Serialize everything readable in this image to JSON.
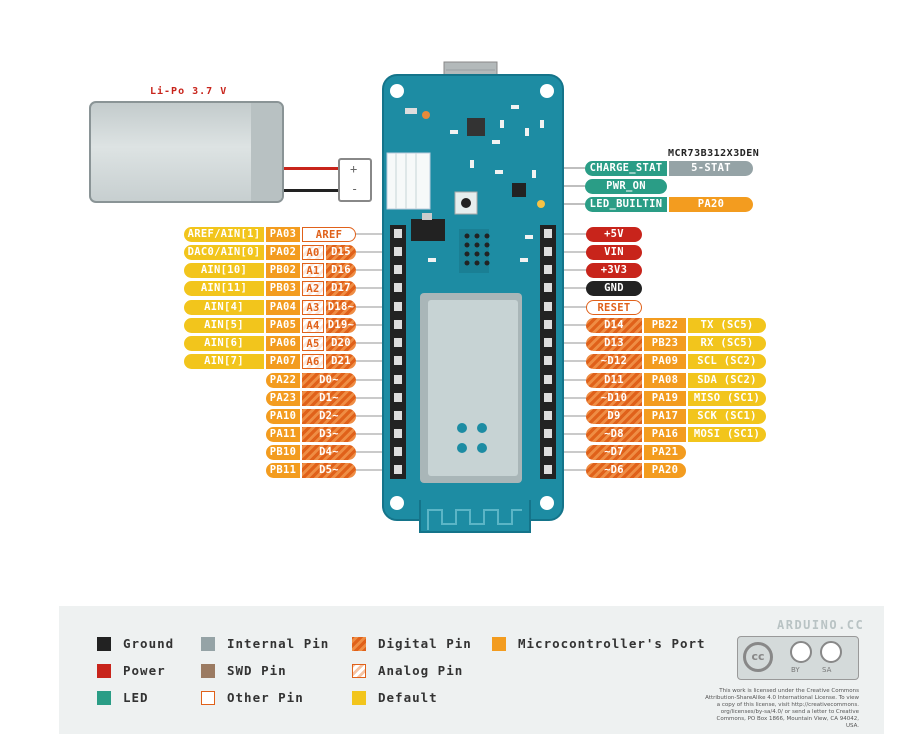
{
  "battery": {
    "label": "Li-Po 3.7 V",
    "plus": "+",
    "minus": "-"
  },
  "chip_label": "MCR73B312X3DEN",
  "top_right": [
    {
      "cells": [
        {
          "text": "CHARGE_STAT",
          "cls": "g"
        },
        {
          "text": "5-STAT",
          "cls": "gy"
        }
      ]
    },
    {
      "cells": [
        {
          "text": "PWR_ON",
          "cls": "g"
        }
      ]
    },
    {
      "cells": [
        {
          "text": "LED_BUILTIN",
          "cls": "g"
        },
        {
          "text": "PA20",
          "cls": "o"
        }
      ]
    }
  ],
  "left_pins": [
    {
      "cells": [
        "AREF/AIN[1]",
        "PA03",
        "AREF"
      ],
      "types": [
        "y",
        "o",
        "rc"
      ]
    },
    {
      "cells": [
        "DAC0/AIN[0]",
        "PA02",
        "A0",
        "D15"
      ],
      "types": [
        "y",
        "o",
        "an",
        "d"
      ]
    },
    {
      "cells": [
        "AIN[10]",
        "PB02",
        "A1",
        "D16"
      ],
      "types": [
        "y",
        "o",
        "an",
        "d"
      ]
    },
    {
      "cells": [
        "AIN[11]",
        "PB03",
        "A2",
        "D17"
      ],
      "types": [
        "y",
        "o",
        "an",
        "d"
      ]
    },
    {
      "cells": [
        "AIN[4]",
        "PA04",
        "A3",
        "D18~"
      ],
      "types": [
        "y",
        "o",
        "an",
        "d"
      ]
    },
    {
      "cells": [
        "AIN[5]",
        "PA05",
        "A4",
        "D19~"
      ],
      "types": [
        "y",
        "o",
        "an",
        "d"
      ]
    },
    {
      "cells": [
        "AIN[6]",
        "PA06",
        "A5",
        "D20"
      ],
      "types": [
        "y",
        "o",
        "an",
        "d"
      ]
    },
    {
      "cells": [
        "AIN[7]",
        "PA07",
        "A6",
        "D21"
      ],
      "types": [
        "y",
        "o",
        "an",
        "d"
      ]
    },
    {
      "cells": [
        "PA22",
        "D0~"
      ],
      "types": [
        "o",
        "d"
      ]
    },
    {
      "cells": [
        "PA23",
        "D1~"
      ],
      "types": [
        "o",
        "d"
      ]
    },
    {
      "cells": [
        "PA10",
        "D2~"
      ],
      "types": [
        "o",
        "d"
      ]
    },
    {
      "cells": [
        "PA11",
        "D3~"
      ],
      "types": [
        "o",
        "d"
      ]
    },
    {
      "cells": [
        "PB10",
        "D4~"
      ],
      "types": [
        "o",
        "d"
      ]
    },
    {
      "cells": [
        "PB11",
        "D5~"
      ],
      "types": [
        "o",
        "d"
      ]
    }
  ],
  "right_pins": [
    {
      "cells": [
        "+5V"
      ],
      "types": [
        "r"
      ]
    },
    {
      "cells": [
        "VIN"
      ],
      "types": [
        "r"
      ]
    },
    {
      "cells": [
        "+3V3"
      ],
      "types": [
        "r"
      ]
    },
    {
      "cells": [
        "GND"
      ],
      "types": [
        "k"
      ]
    },
    {
      "cells": [
        "RESET"
      ],
      "types": [
        "rc"
      ]
    },
    {
      "cells": [
        "D14",
        "PB22",
        "TX (SC5)"
      ],
      "types": [
        "d",
        "o",
        "y"
      ]
    },
    {
      "cells": [
        "D13",
        "PB23",
        "RX (SC5)"
      ],
      "types": [
        "d",
        "o",
        "y"
      ]
    },
    {
      "cells": [
        "~D12",
        "PA09",
        "SCL (SC2)"
      ],
      "types": [
        "d",
        "o",
        "y"
      ]
    },
    {
      "cells": [
        "D11",
        "PA08",
        "SDA (SC2)"
      ],
      "types": [
        "d",
        "o",
        "y"
      ]
    },
    {
      "cells": [
        "~D10",
        "PA19",
        "MISO (SC1)"
      ],
      "types": [
        "d",
        "o",
        "y"
      ]
    },
    {
      "cells": [
        "D9",
        "PA17",
        "SCK (SC1)"
      ],
      "types": [
        "d",
        "o",
        "y"
      ]
    },
    {
      "cells": [
        "~D8",
        "PA16",
        "MOSI (SC1)"
      ],
      "types": [
        "d",
        "o",
        "y"
      ]
    },
    {
      "cells": [
        "~D7",
        "PA21"
      ],
      "types": [
        "d",
        "o"
      ]
    },
    {
      "cells": [
        "~D6",
        "PA20"
      ],
      "types": [
        "d",
        "o"
      ]
    }
  ],
  "legend": {
    "items": [
      {
        "label": "Ground",
        "color": "#222222"
      },
      {
        "label": "Power",
        "color": "#c8241b"
      },
      {
        "label": "LED",
        "color": "#2a9d86"
      },
      {
        "label": "Internal Pin",
        "color": "#95a3a6"
      },
      {
        "label": "SWD Pin",
        "color": "#9b7b62"
      },
      {
        "label": "Other Pin",
        "color": "other"
      },
      {
        "label": "Digital Pin",
        "color": "digital"
      },
      {
        "label": "Analog Pin",
        "color": "analog"
      },
      {
        "label": "Default",
        "color": "#f2c51c"
      },
      {
        "label": "Microcontroller's Port",
        "color": "#f39c1f"
      }
    ],
    "brand": "ARDUINO.CC",
    "cc": {
      "by": "BY",
      "sa": "SA"
    },
    "license": "This work is licensed under the Creative Commons Attribution-ShareAlike 4.0 International License. To view a copy of this license, visit http://creativecommons. org/licenses/by-sa/4.0/ or send a letter to Creative Commons, PO Box 1866, Mountain View, CA 94042, USA."
  }
}
